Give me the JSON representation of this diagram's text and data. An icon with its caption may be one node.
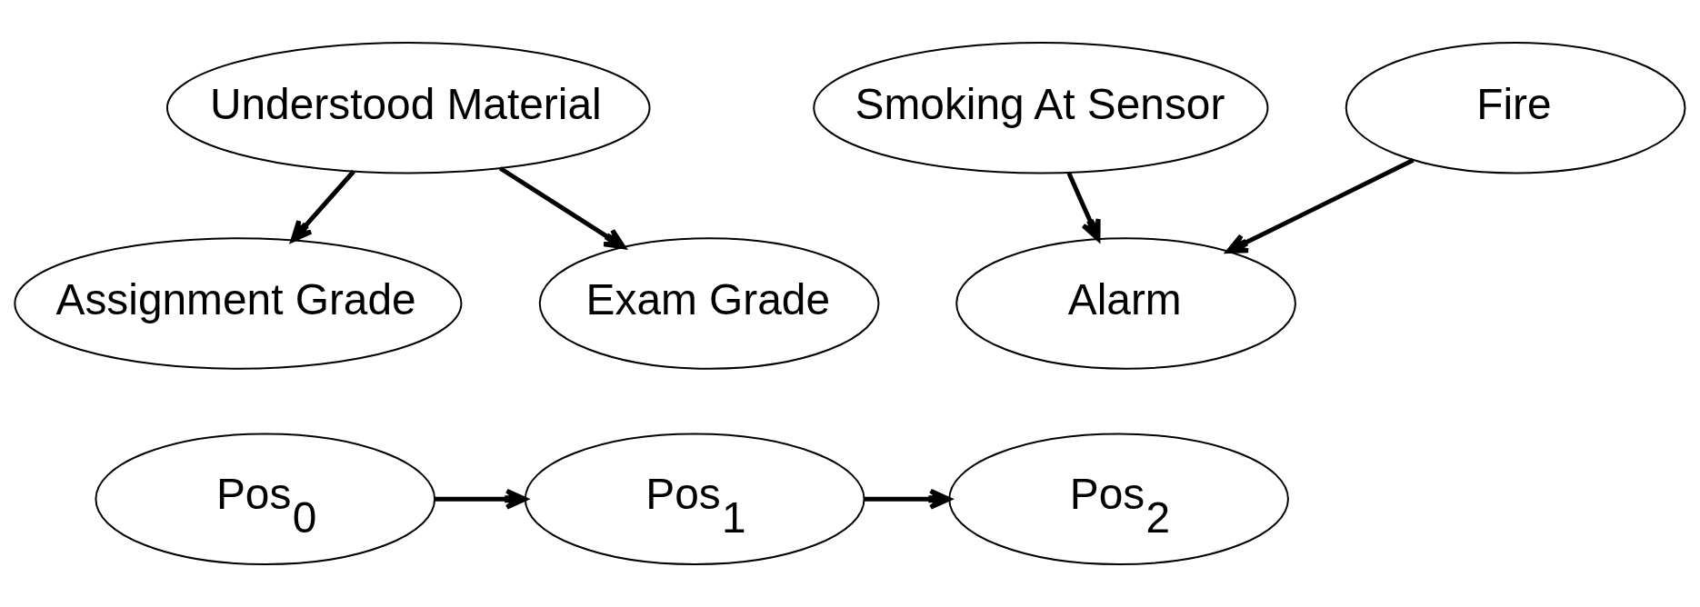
{
  "diagram": {
    "nodes": [
      {
        "text": [
          "Understood Material"
        ]
      },
      {
        "text": [
          "Assignment Grade"
        ]
      },
      {
        "text": [
          "Exam Grade"
        ]
      },
      {
        "text": [
          "Smoking At Sensor"
        ]
      },
      {
        "text": [
          "Fire"
        ]
      },
      {
        "text": [
          "Alarm"
        ]
      },
      {
        "text": [
          "Pos$_{0}$"
        ]
      },
      {
        "text": [
          "Pos$_{1}$"
        ]
      },
      {
        "text": [
          "Pos$_{2}$"
        ]
      }
    ],
    "edges": [
      {
        "from": 0,
        "to": 1,
        "arrow": "to"
      },
      {
        "from": 0,
        "to": 2,
        "arrow": "to"
      },
      {
        "from": 3,
        "to": 5,
        "arrow": "to"
      },
      {
        "from": 4,
        "to": 5,
        "arrow": "to"
      },
      {
        "from": 6,
        "to": 7,
        "arrow": "to"
      },
      {
        "from": 7,
        "to": 8,
        "arrow": "to"
      }
    ]
  }
}
